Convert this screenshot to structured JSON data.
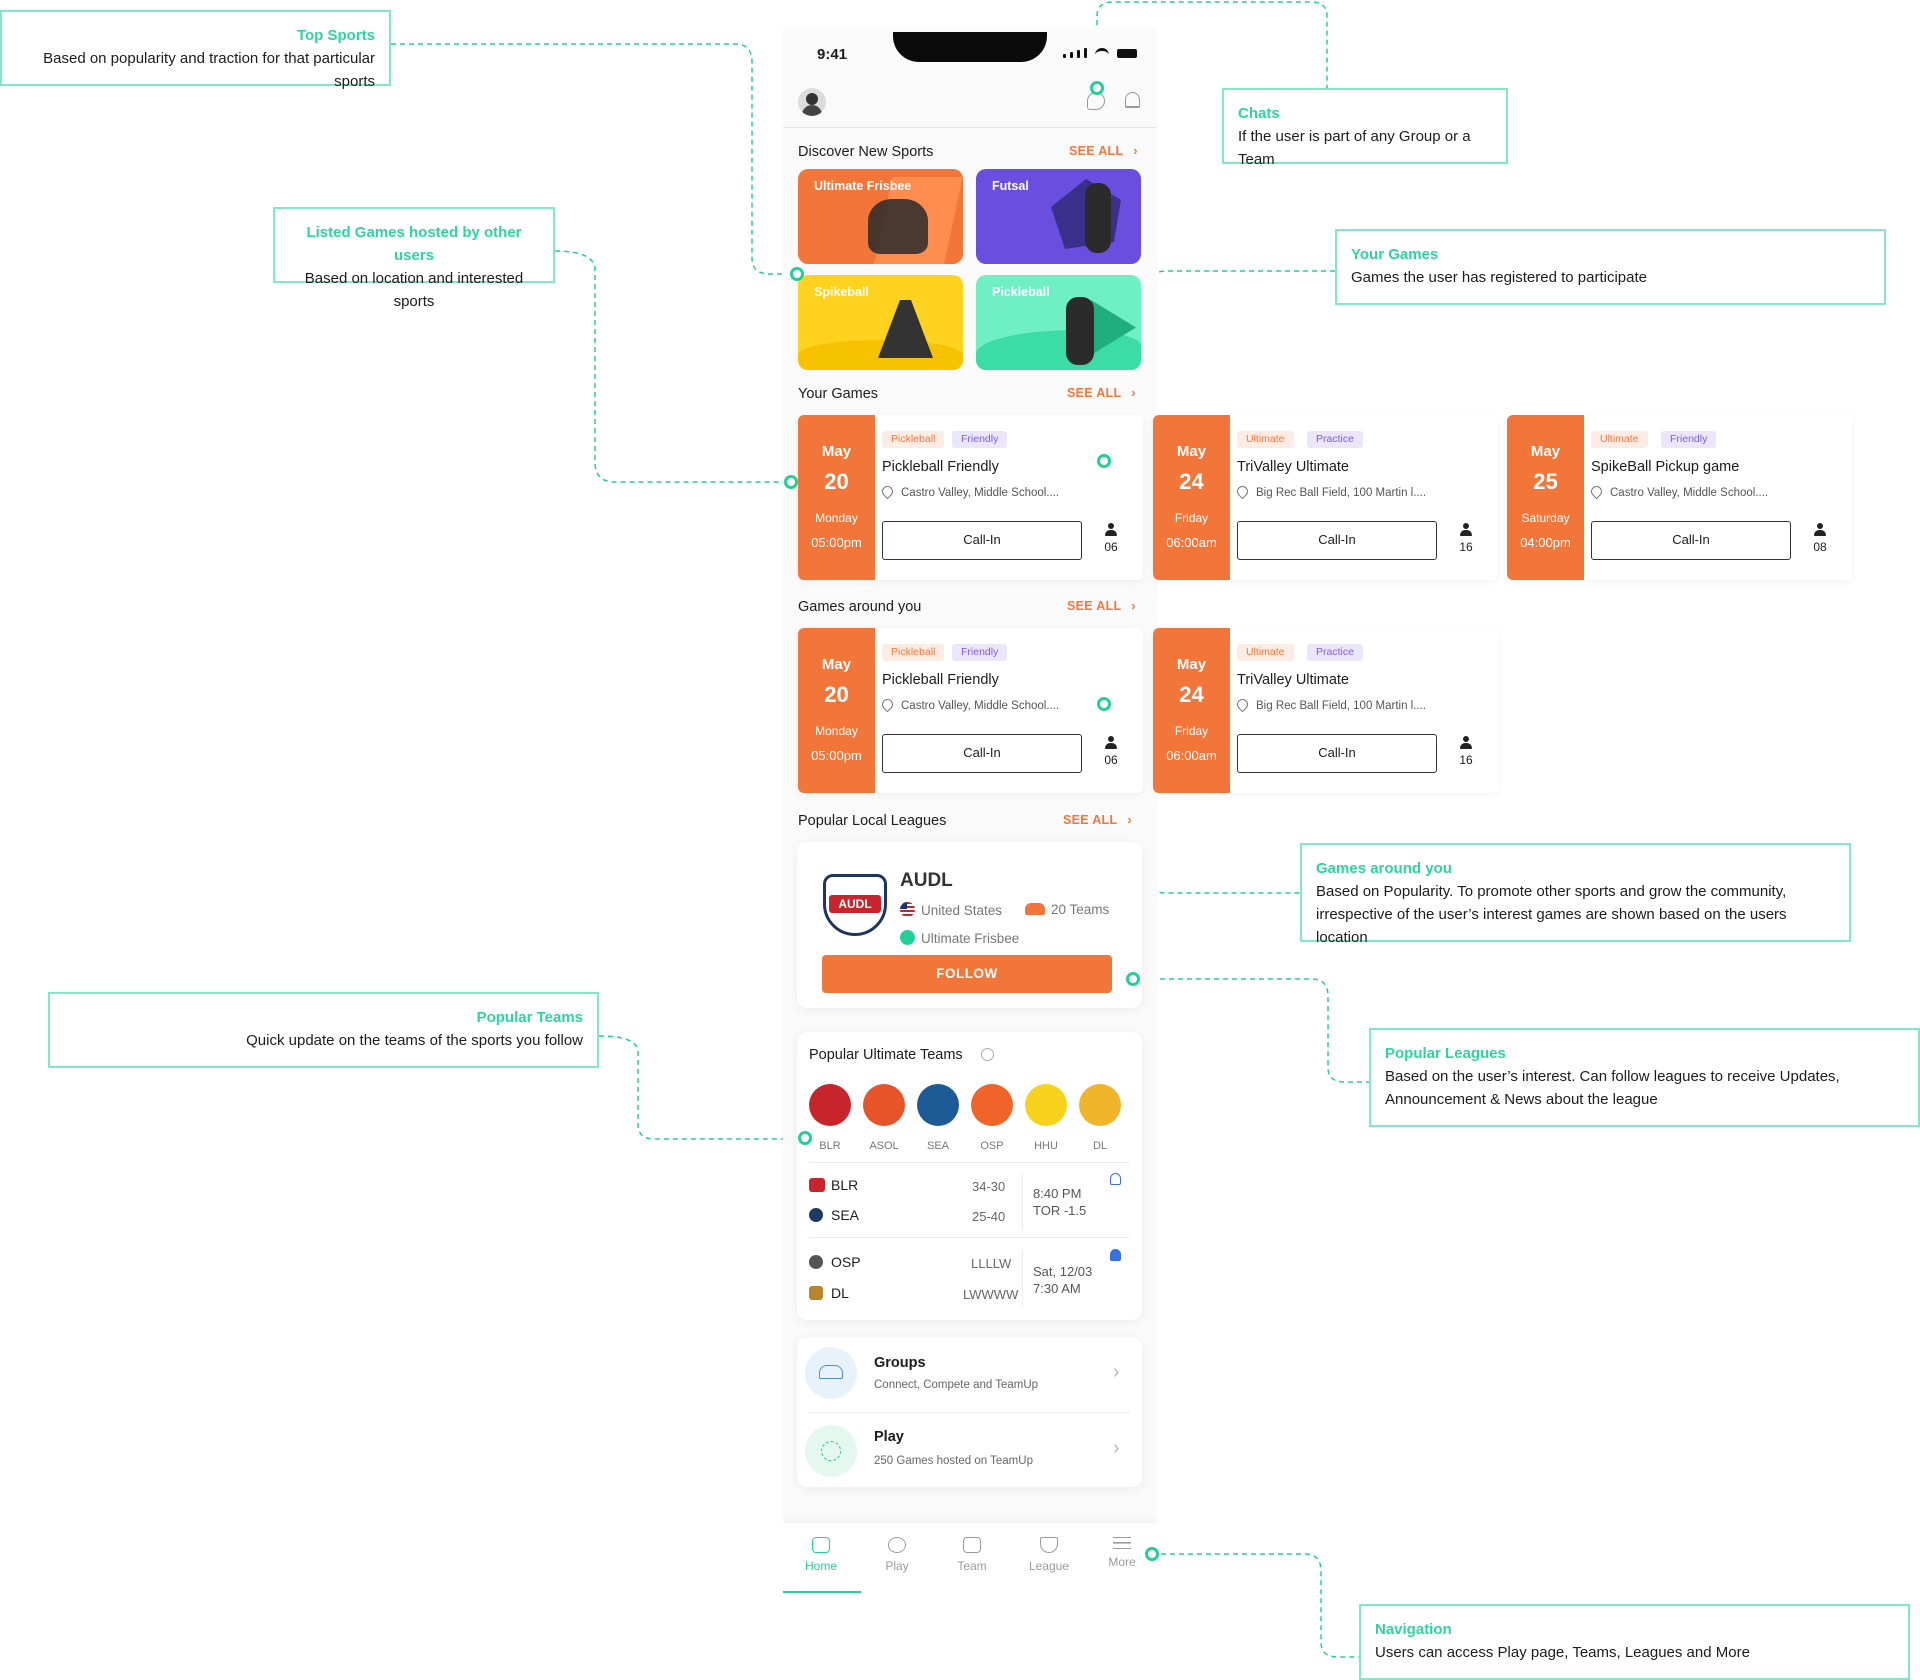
{
  "annotations": {
    "top_sports": {
      "title": "Top Sports",
      "desc": "Based on popularity and traction for that particular sports"
    },
    "listed_games": {
      "title": "Listed Games hosted by other users",
      "desc": "Based on location and interested sports"
    },
    "chats": {
      "title": "Chats",
      "desc": "If the user is part of any Group or a Team"
    },
    "your_games": {
      "title": "Your Games",
      "desc": "Games the user has registered to participate"
    },
    "games_around": {
      "title": "Games around you",
      "desc1": "Based on Popularity. To promote other sports and grow the community,",
      "desc2": "irrespective of the user’s interest games are shown based on the users location"
    },
    "popular_leagues": {
      "title": "Popular Leagues",
      "desc1": "Based on the user’s interest. Can follow leagues to receive Updates,",
      "desc2": "Announcement & News  about the league"
    },
    "popular_teams": {
      "title": "Popular Teams",
      "desc": "Quick update on the teams of the sports you follow"
    },
    "navigation": {
      "title": "Navigation",
      "desc": "Users can access Play page, Teams, Leagues and More"
    }
  },
  "status_bar": {
    "time": "9:41"
  },
  "discover": {
    "title": "Discover New Sports",
    "see_all": "SEE ALL",
    "tiles": [
      {
        "label": "Ultimate Frisbee",
        "color": "#f2763a"
      },
      {
        "label": "Futsal",
        "color": "#6a4ee0"
      },
      {
        "label": "Spikeball",
        "color": "#ffd21f"
      },
      {
        "label": "Pickleball",
        "color": "#6ff0c4"
      }
    ]
  },
  "your_games": {
    "title": "Your Games",
    "see_all": "SEE ALL",
    "cards": [
      {
        "month": "May",
        "day": "20",
        "weekday": "Monday",
        "time": "05:00pm",
        "tag1": "Pickleball",
        "tag2": "Friendly",
        "name": "Pickleball Friendly",
        "location": "Castro Valley, Middle School....",
        "button": "Call-In",
        "count": "06"
      },
      {
        "month": "May",
        "day": "24",
        "weekday": "Friday",
        "time": "06:00am",
        "tag1": "Ultimate",
        "tag2": "Practice",
        "name": "TriValley Ultimate",
        "location": "Big Rec Ball Field, 100 Martin l....",
        "button": "Call-In",
        "count": "16"
      },
      {
        "month": "May",
        "day": "25",
        "weekday": "Saturday",
        "time": "04:00pm",
        "tag1": "Ultimate",
        "tag2": "Friendly",
        "name": "SpikeBall Pickup game",
        "location": "Castro Valley, Middle School....",
        "button": "Call-In",
        "count": "08"
      }
    ]
  },
  "games_around": {
    "title": "Games around you",
    "see_all": "SEE ALL",
    "cards": [
      {
        "month": "May",
        "day": "20",
        "weekday": "Monday",
        "time": "05:00pm",
        "tag1": "Pickleball",
        "tag2": "Friendly",
        "name": "Pickleball Friendly",
        "location": "Castro Valley, Middle School....",
        "button": "Call-In",
        "count": "06"
      },
      {
        "month": "May",
        "day": "24",
        "weekday": "Friday",
        "time": "06:00am",
        "tag1": "Ultimate",
        "tag2": "Practice",
        "name": "TriValley Ultimate",
        "location": "Big Rec Ball Field, 100 Martin l....",
        "button": "Call-In",
        "count": "16"
      }
    ]
  },
  "leagues": {
    "title": "Popular Local Leagues",
    "see_all": "SEE ALL",
    "name": "AUDL",
    "logo_text": "AUDL",
    "country": "United States",
    "teams": "20 Teams",
    "sport": "Ultimate Frisbee",
    "follow": "FOLLOW"
  },
  "teams": {
    "title": "Popular Ultimate Teams",
    "list": [
      {
        "abbr": "BLR",
        "color": "#c8242b"
      },
      {
        "abbr": "ASOL",
        "color": "#e8542a"
      },
      {
        "abbr": "SEA",
        "color": "#1d5a96"
      },
      {
        "abbr": "OSP",
        "color": "#f0642a"
      },
      {
        "abbr": "HHU",
        "color": "#f6d21c"
      },
      {
        "abbr": "DL",
        "color": "#f0b52a"
      }
    ],
    "matches": [
      {
        "team1": "BLR",
        "score1": "34-30",
        "team2": "SEA",
        "score2": "25-40",
        "time": "8:40 PM",
        "extra": "TOR -1.5"
      },
      {
        "team1": "OSP",
        "score1": "LLLLW",
        "team2": "DL",
        "score2": "LWWWW",
        "time": "Sat, 12/03",
        "extra": "7:30 AM"
      }
    ]
  },
  "groups": {
    "title": "Groups",
    "desc": "Connect, Compete and TeamUp"
  },
  "play": {
    "title": "Play",
    "desc": "250 Games hosted on TeamUp"
  },
  "nav": {
    "home": "Home",
    "play": "Play",
    "team": "Team",
    "league": "League",
    "more": "More"
  },
  "colors": {
    "accent": "#f2763a",
    "mint": "#23cf98"
  }
}
